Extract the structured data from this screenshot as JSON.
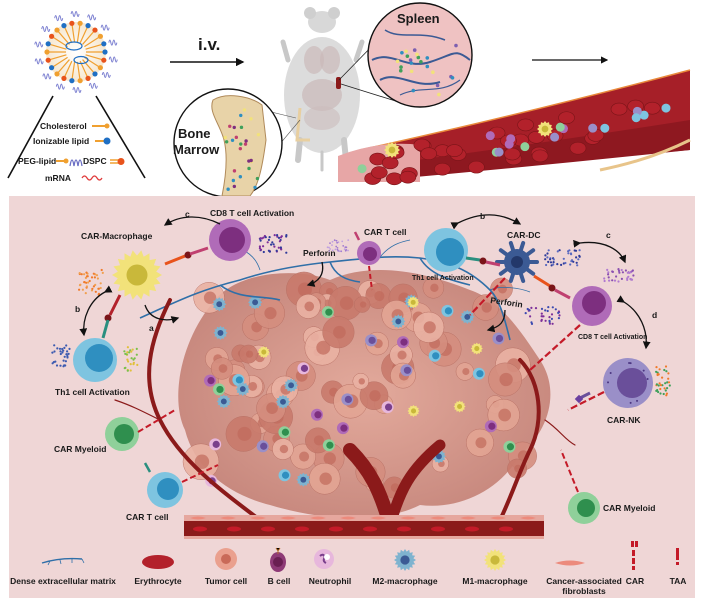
{
  "top_panel": {
    "lnp": {
      "legend": [
        {
          "label": "Cholesterol",
          "icon": "cholesterol-icon",
          "color": "#f0a030"
        },
        {
          "label": "Ionizable lipid",
          "icon": "ionizable-lipid-icon",
          "color": "#1f6fc4"
        },
        {
          "label": "PEG-lipid",
          "icon": "peg-lipid-icon",
          "color": "#f0a030"
        },
        {
          "label": "DSPC",
          "icon": "dspc-icon",
          "color": "#e8531c"
        },
        {
          "label": "mRNA",
          "icon": "mrna-icon",
          "color": "#e03a3a"
        }
      ]
    },
    "route_label": "i.v.",
    "organs": {
      "spleen": "Spleen",
      "bone_marrow_line1": "Bone",
      "bone_marrow_line2": "Marrow"
    }
  },
  "bottom_panel": {
    "background_color": "#efd6d6",
    "cells": {
      "car_macrophage": "CAR-Macrophage",
      "cd8_activation_top": "CD8 T cell Activation",
      "th1_activation_left": "Th1 cell Activation",
      "car_myeloid_left": "CAR Myeloid",
      "car_t_cell_left": "CAR T cell",
      "car_t_cell_top": "CAR T cell",
      "perforin_top": "Perforin",
      "perforin_right": "Perforin",
      "th1_activation_right": "Th1 cell Activation",
      "car_dc": "CAR-DC",
      "cd8_activation_right": "CD8 T cell Activation",
      "car_nk": "CAR-NK",
      "car_myeloid_right": "CAR Myeloid"
    },
    "arrow_labels": {
      "a": "a",
      "b_left": "b",
      "c_left": "c",
      "b_right": "b",
      "c_right": "c",
      "d_right": "d"
    },
    "legend": [
      {
        "label": "Dense extracellular matrix",
        "icon": "ecm-icon"
      },
      {
        "label": "Erythrocyte",
        "icon": "erythrocyte-icon"
      },
      {
        "label": "Tumor cell",
        "icon": "tumor-cell-icon"
      },
      {
        "label": "B cell",
        "icon": "b-cell-icon"
      },
      {
        "label": "Neutrophil",
        "icon": "neutrophil-icon"
      },
      {
        "label": "M2-macrophage",
        "icon": "m2-macrophage-icon"
      },
      {
        "label": "M1-macrophage",
        "icon": "m1-macrophage-icon"
      },
      {
        "label": "Cancer-associated",
        "label2": "fibroblasts",
        "icon": "caf-icon"
      },
      {
        "label": "CAR",
        "icon": "car-icon"
      },
      {
        "label": "TAA",
        "icon": "taa-icon"
      }
    ]
  },
  "colors": {
    "ecm_blue": "#2f6fa8",
    "vessel_red": "#8b1a1a",
    "erythrocyte": "#b3212b",
    "tumor": "#d9978a",
    "macrophage_m1": "#f2e27a",
    "macrophage_m2": "#7fb3cf",
    "t_cell_blue": "#2f8fc0",
    "cd8_purple": "#b06bb8",
    "myeloid_green": "#3fa05a",
    "nk_lavender": "#9a8fc8",
    "dc_navy": "#3b5a94"
  }
}
